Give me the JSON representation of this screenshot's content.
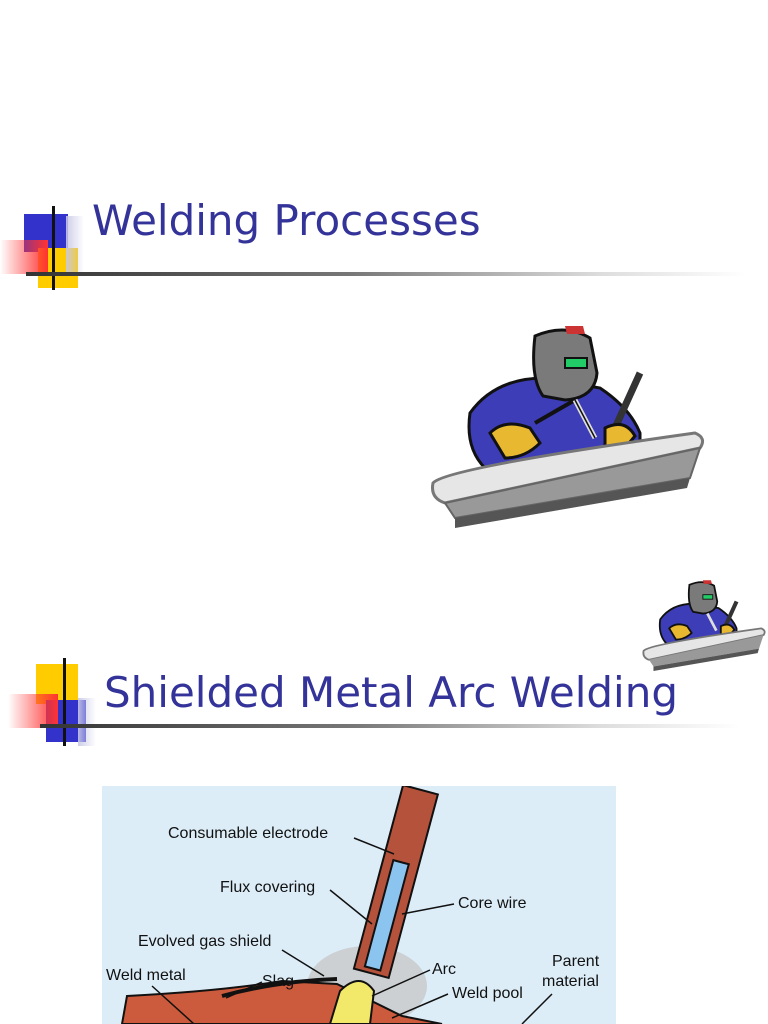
{
  "slide1": {
    "title": "Welding Processes"
  },
  "slide2": {
    "title": "Shielded Metal Arc Welding",
    "diagram": {
      "labels": {
        "consumable_electrode": "Consumable electrode",
        "flux_covering": "Flux covering",
        "core_wire": "Core wire",
        "evolved_gas_shield": "Evolved gas shield",
        "weld_metal": "Weld metal",
        "slag": "Slag",
        "arc": "Arc",
        "parent_material_1": "Parent",
        "parent_material_2": "material",
        "weld_pool": "Weld pool"
      }
    }
  },
  "colors": {
    "title_blue": "#333399",
    "square_blue": "#3333cc",
    "square_yellow": "#ffcc00",
    "square_red": "#ff3333",
    "diagram_bg": "#dcedf8",
    "electrode_brown": "#b5523b",
    "core_wire_blue": "#8cc4f0",
    "parent_metal": "#cc5a3c"
  },
  "icons": [
    "welder-clipart-large",
    "welder-clipart-small",
    "title-bullet-squares"
  ]
}
